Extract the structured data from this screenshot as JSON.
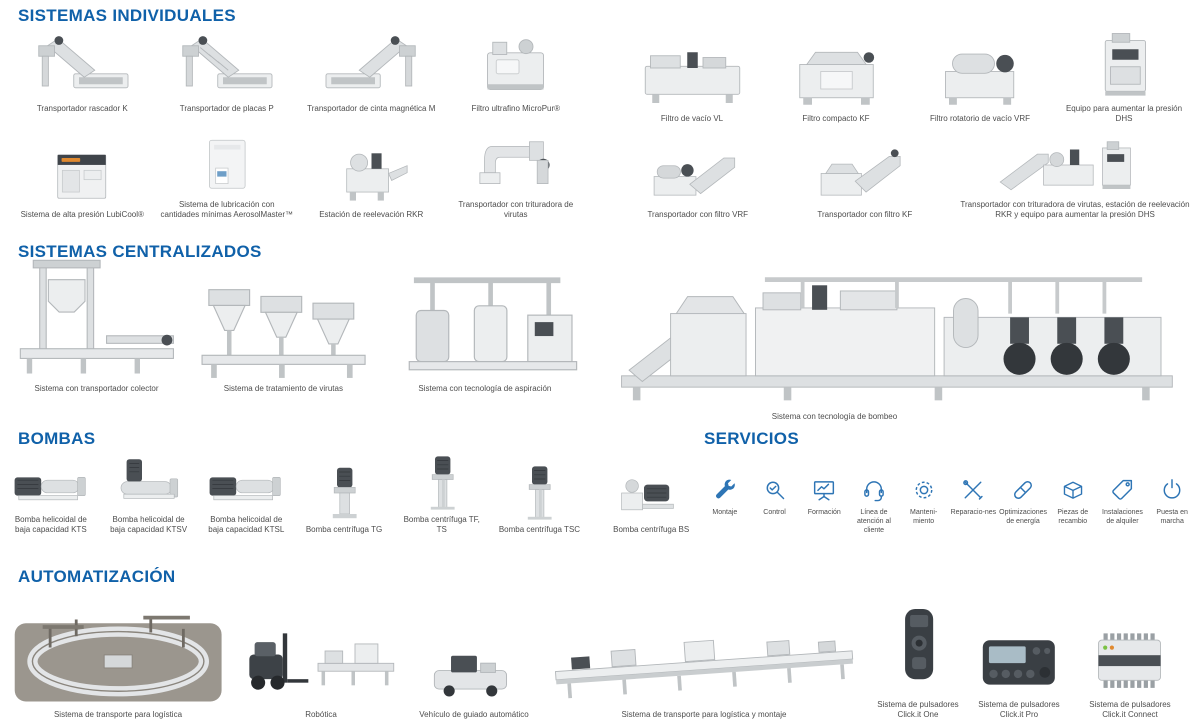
{
  "accent_color": "#1061a9",
  "service_icon_color": "#2e75b5",
  "sections": {
    "individuales": {
      "title": "SISTEMAS INDIVIDUALES",
      "row1_left": [
        {
          "label": "Transportador rascador K",
          "icon": "scraper-conveyor-icon"
        },
        {
          "label": "Transportador de placas P",
          "icon": "plate-conveyor-icon"
        },
        {
          "label": "Transportador de cinta magnética M",
          "icon": "magnetic-conveyor-icon"
        },
        {
          "label": "Filtro ultrafino MicroPur®",
          "icon": "micropur-filter-icon"
        }
      ],
      "row1_right": [
        {
          "label": "Filtro de vacío VL",
          "icon": "vacuum-filter-icon"
        },
        {
          "label": "Filtro compacto KF",
          "icon": "compact-filter-icon"
        },
        {
          "label": "Filtro rotatorio de vacío VRF",
          "icon": "rotary-filter-icon"
        },
        {
          "label": "Equipo para aumentar la presión DHS",
          "icon": "pressure-booster-icon"
        }
      ],
      "row2_left": [
        {
          "label": "Sistema de alta presión LubiCool®",
          "icon": "lubicool-icon"
        },
        {
          "label": "Sistema de lubricación con cantidades mínimas AerosolMaster™",
          "icon": "aerosol-cabinet-icon"
        },
        {
          "label": "Estación de reelevación RKR",
          "icon": "lift-station-icon"
        },
        {
          "label": "Transportador con trituradora de virutas",
          "icon": "shredder-conveyor-icon"
        }
      ],
      "row2_right": [
        {
          "label": "Transportador con filtro VRF",
          "icon": "conveyor-vrf-icon"
        },
        {
          "label": "Transportador con filtro KF",
          "icon": "conveyor-kf-icon"
        },
        {
          "label": "Transportador con trituradora de virutas, estación de reelevación RKR y equipo para aumentar la presión DHS",
          "icon": "combo-plant-icon"
        }
      ]
    },
    "centralizados": {
      "title": "SISTEMAS CENTRALIZADOS",
      "items": [
        {
          "label": "Sistema con transportador colector",
          "icon": "collector-system-icon"
        },
        {
          "label": "Sistema de tratamiento de virutas",
          "icon": "chip-treatment-icon"
        },
        {
          "label": "Sistema con tecnología de aspiración",
          "icon": "aspiration-icon"
        }
      ],
      "big_items": [
        {
          "label": "Sistema con tecnología de bombeo",
          "icon": "pump-plant-icon"
        }
      ]
    },
    "bombas": {
      "title": "BOMBAS",
      "items": [
        {
          "label": "Bomba helicoidal de baja capacidad KTS",
          "icon": "screw-pump-icon"
        },
        {
          "label": "Bomba helicoidal de baja capacidad KTSV",
          "icon": "screw-pump-v-icon"
        },
        {
          "label": "Bomba helicoidal de baja capacidad KTSL",
          "icon": "screw-pump-icon"
        },
        {
          "label": "Bomba centrífuga TG",
          "icon": "centrifugal-pump-icon"
        },
        {
          "label": "Bomba centrífuga TF, TS",
          "icon": "centrifugal-pump-long-icon"
        },
        {
          "label": "Bomba centrífuga TSC",
          "icon": "centrifugal-pump-long-icon"
        },
        {
          "label": "Bomba centrífuga BS",
          "icon": "bs-pump-icon"
        }
      ]
    },
    "servicios": {
      "title": "SERVICIOS",
      "items": [
        {
          "label": "Montaje",
          "icon": "wrench-icon"
        },
        {
          "label": "Control",
          "icon": "magnifier-icon"
        },
        {
          "label": "Formación",
          "icon": "training-icon"
        },
        {
          "label": "Línea de atención al cliente",
          "icon": "headset-icon"
        },
        {
          "label": "Manteni-miento",
          "icon": "gear-icon"
        },
        {
          "label": "Reparacio-nes",
          "icon": "tools-icon"
        },
        {
          "label": "Optimizaciones de energía",
          "icon": "capsule-icon"
        },
        {
          "label": "Piezas de recambio",
          "icon": "box-icon"
        },
        {
          "label": "Instalaciones de alquiler",
          "icon": "tag-icon"
        },
        {
          "label": "Puesta en marcha",
          "icon": "power-icon"
        }
      ]
    },
    "automatizacion": {
      "title": "AUTOMATIZACIÓN",
      "items": [
        {
          "label": "Sistema de transporte para logística",
          "icon": "logistics-track-icon"
        },
        {
          "label": "Robótica",
          "icon": "robotics-icon"
        },
        {
          "label": "Vehículo de guiado automático",
          "icon": "agv-icon"
        },
        {
          "label": "Sistema de transporte para logística y montaje",
          "icon": "assembly-line-icon"
        },
        {
          "label": "Sistema de pulsadores Click.it One",
          "icon": "clickit-one-icon"
        },
        {
          "label": "Sistema de pulsadores Click.it Pro",
          "icon": "clickit-pro-icon"
        },
        {
          "label": "Sistema de pulsadores Click.it Connect",
          "icon": "clickit-connect-icon"
        }
      ]
    }
  }
}
